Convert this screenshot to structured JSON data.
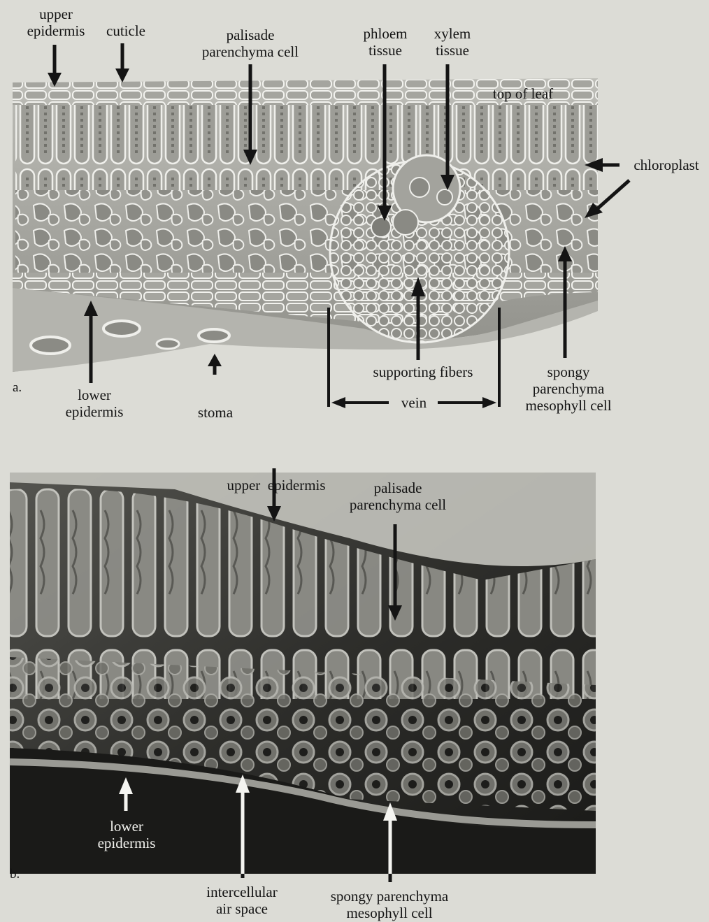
{
  "panel_a": {
    "letter": "a.",
    "labels": {
      "upper_epidermis": [
        "upper",
        "epidermis"
      ],
      "cuticle": [
        "cuticle"
      ],
      "palisade": [
        "palisade",
        "parenchyma cell"
      ],
      "phloem": [
        "phloem",
        "tissue"
      ],
      "xylem": [
        "xylem",
        "tissue"
      ],
      "top_of_leaf": [
        "top of leaf"
      ],
      "chloroplast": [
        "chloroplast"
      ],
      "lower_epidermis": [
        "lower",
        "epidermis"
      ],
      "stoma": [
        "stoma"
      ],
      "supporting_fibers": [
        "supporting fibers"
      ],
      "vein": [
        "vein"
      ],
      "spongy": [
        "spongy",
        "parenchyma",
        "mesophyll cell"
      ]
    }
  },
  "panel_b": {
    "letter": "b.",
    "labels": {
      "upper_epidermis": [
        "upper  epidermis"
      ],
      "palisade": [
        "palisade",
        "parenchyma cell"
      ],
      "lower_epidermis": [
        "lower",
        "epidermis"
      ],
      "intercellular": [
        "intercellular",
        "air space"
      ],
      "spongy": [
        "spongy parenchyma",
        "mesophyll cell"
      ]
    }
  },
  "colors": {
    "page": "#dcdcd6",
    "ink": "#141414",
    "illustration": "#a9a9a3",
    "micrograph_dark": "#1a1a1a",
    "micrograph_light": "#9a9a94"
  }
}
